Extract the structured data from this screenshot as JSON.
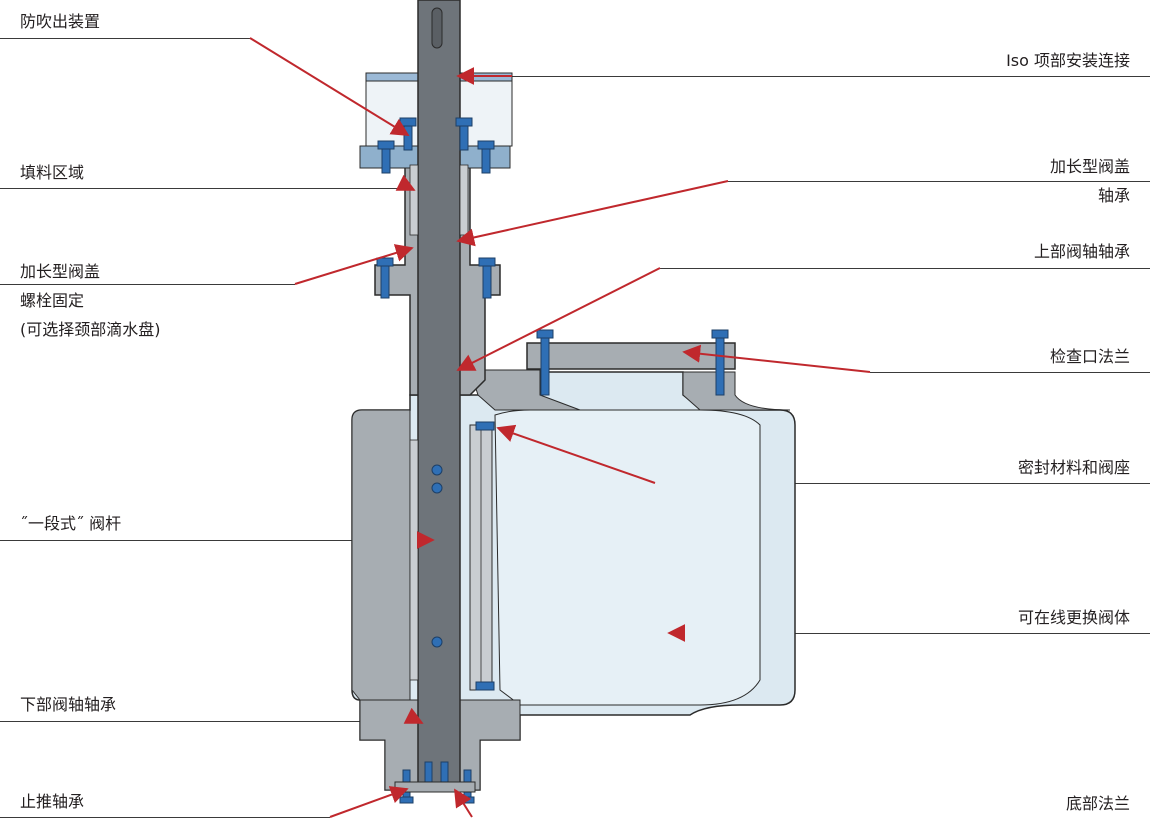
{
  "labels": {
    "blowout_prevention": "防吹出装置",
    "packing_area": "填料区域",
    "extended_bonnet_bolting_1": "加长型阀盖",
    "extended_bonnet_bolting_2": "螺栓固定",
    "extended_bonnet_bolting_3": "(可选择颈部滴水盘)",
    "one_piece_stem": "˝一段式˝ 阀杆",
    "lower_shaft_bearing": "下部阀轴轴承",
    "thrust_bearing": "止推轴承",
    "iso_top_mounting": "Iso 项部安装连接",
    "extended_bonnet_bearing_1": "加长型阀盖",
    "extended_bonnet_bearing_2": "轴承",
    "upper_shaft_bearing": "上部阀轴轴承",
    "inspection_flange": "检查口法兰",
    "seal_and_seat": "密封材料和阀座",
    "replaceable_body": "可在线更换阀体",
    "bottom_flange": "底部法兰"
  },
  "colors": {
    "leader_arrow": "#c0282d",
    "body_fill": "#dce9f1",
    "metal_fill": "#a7adb2",
    "stem_fill": "#6e747a",
    "bolt_fill": "#2f6fb5",
    "outline": "#2b2b2b",
    "rule_line": "#3a3a3a"
  },
  "icons": {
    "bolt": "blue-stud-bolt"
  }
}
